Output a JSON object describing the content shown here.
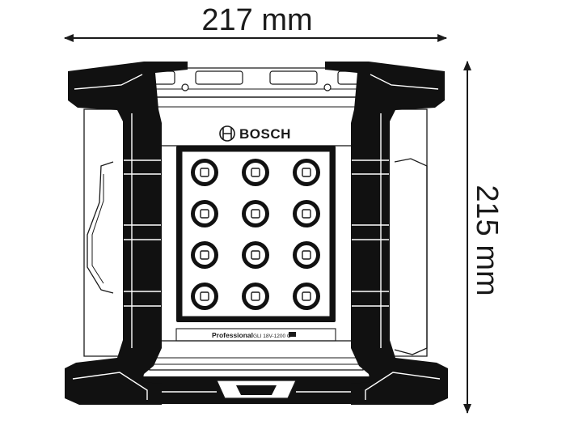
{
  "dimensions": {
    "width_label": "217 mm",
    "height_label": "215 mm"
  },
  "device": {
    "brand": "BOSCH",
    "label_bold": "Professional",
    "label_model": "GLI 18V-1200 C",
    "led_grid": {
      "rows": 4,
      "cols": 3
    }
  }
}
